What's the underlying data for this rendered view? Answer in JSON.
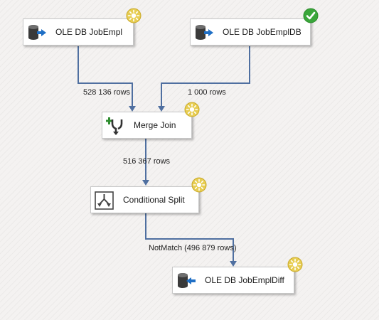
{
  "canvas": {
    "components": [
      {
        "id": "src1",
        "label": "OLE DB JobEmpl",
        "icon": "ole-db-source-icon",
        "status": "pending"
      },
      {
        "id": "src2",
        "label": "OLE DB JobEmplDB",
        "icon": "ole-db-source-icon",
        "status": "success"
      },
      {
        "id": "merge",
        "label": "Merge Join",
        "icon": "merge-join-icon",
        "status": "pending"
      },
      {
        "id": "split",
        "label": "Conditional Split",
        "icon": "conditional-split-icon",
        "status": "pending"
      },
      {
        "id": "dest",
        "label": "OLE DB JobEmplDiff",
        "icon": "ole-db-destination-icon",
        "status": "pending"
      }
    ],
    "paths": [
      {
        "from": "src1",
        "to": "merge",
        "label": "528 136 rows"
      },
      {
        "from": "src2",
        "to": "merge",
        "label": "1 000 rows"
      },
      {
        "from": "merge",
        "to": "split",
        "label": "516 367 rows"
      },
      {
        "from": "split",
        "to": "dest",
        "label": "NotMatch (496 879 rows)"
      }
    ]
  },
  "colors": {
    "path_line": "#4f6fa0",
    "success_badge": "#3aa63a",
    "pending_badge": "#e7cd52",
    "task_border": "#c8c8c8"
  }
}
